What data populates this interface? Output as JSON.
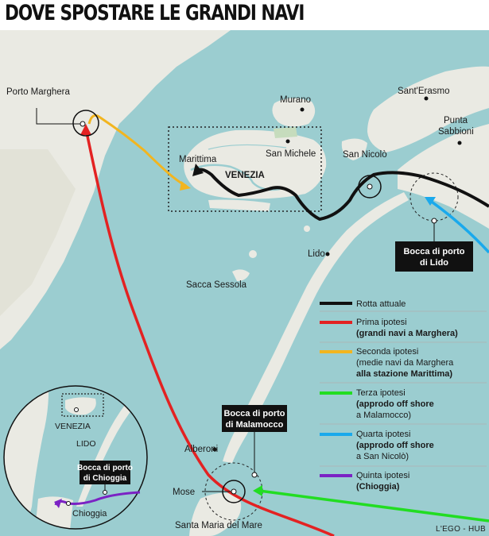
{
  "title": "DOVE SPOSTARE LE GRANDI NAVI",
  "places": {
    "porto_marghera": "Porto Marghera",
    "murano": "Murano",
    "sant_erasmo": "Sant'Erasmo",
    "punta_sabbioni": [
      "Punta",
      "Sabbioni"
    ],
    "marittima": "Marittima",
    "venezia": "VENEZIA",
    "san_michele": "San Michele",
    "san_nicolo": "San Nicolò",
    "lido": "Lido",
    "sacca_sessola": "Sacca Sessola",
    "alberoni": "Alberoni",
    "mose": "Mose",
    "santa_maria_del_mare": "Santa Maria del Mare"
  },
  "callouts": {
    "bocca_lido": [
      "Bocca di porto",
      "di Lido"
    ],
    "bocca_malamocco": [
      "Bocca di porto",
      "di Malamocco"
    ]
  },
  "inset": {
    "venezia": "VENEZIA",
    "lido": "LIDO",
    "bocca_chioggia": [
      "Bocca di porto",
      "di Chioggia"
    ],
    "chioggia": "Chioggia"
  },
  "legend": [
    {
      "color": "#111111",
      "lines": [
        {
          "text": "Rotta attuale",
          "bold": false
        }
      ]
    },
    {
      "color": "#e32222",
      "lines": [
        {
          "text": "Prima ipotesi",
          "bold": false
        },
        {
          "text": "(grandi navi a Marghera)",
          "bold": true
        }
      ]
    },
    {
      "color": "#f2b51f",
      "lines": [
        {
          "text": "Seconda ipotesi",
          "bold": false
        },
        {
          "text": "(medie navi da Marghera",
          "bold": false
        },
        {
          "text": "alla stazione Marittima)",
          "bold": true
        }
      ]
    },
    {
      "color": "#22dd22",
      "lines": [
        {
          "text": "Terza ipotesi",
          "bold": false
        },
        {
          "text": "(approdo off shore",
          "bold": true
        },
        {
          "text": "a Malamocco)",
          "bold": false
        }
      ]
    },
    {
      "color": "#1aa9ec",
      "lines": [
        {
          "text": "Quarta ipotesi",
          "bold": false
        },
        {
          "text": "(approdo off shore",
          "bold": true
        },
        {
          "text": "a  San Nicolò)",
          "bold": false
        }
      ]
    },
    {
      "color": "#7b22c4",
      "lines": [
        {
          "text": "Quinta ipotesi",
          "bold": false
        },
        {
          "text": "(Chioggia)",
          "bold": true
        }
      ]
    }
  ],
  "credit": "L'EGO - HUB",
  "colors": {
    "water": "#9bcdd0",
    "land": "#eaeae3",
    "land_shade": "#c6dcbd",
    "current_route": "#111111",
    "first": "#e32222",
    "second": "#f2b51f",
    "third": "#22dd22",
    "fourth": "#1aa9ec",
    "fifth": "#7b22c4"
  }
}
